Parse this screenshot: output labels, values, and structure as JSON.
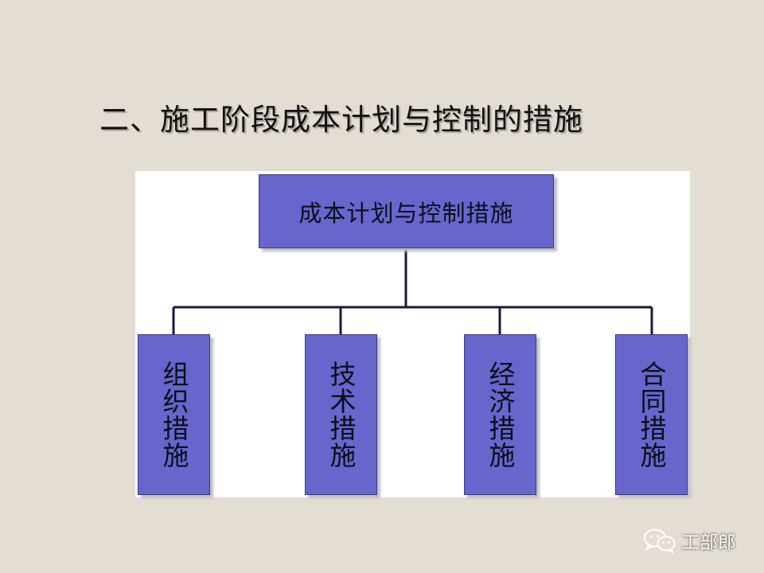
{
  "slide": {
    "title": "二、施工阶段成本计划与控制的措施"
  },
  "diagram": {
    "root": "成本计划与控制措施",
    "children": [
      "组织措施",
      "技术措施",
      "经济措施",
      "合同措施"
    ],
    "colors": {
      "box_fill": "#6666cc",
      "connector": "#1a1a3a",
      "panel": "#ffffff",
      "background": "#e4ddd4"
    }
  },
  "watermark": {
    "icon": "wechat-icon",
    "text": "工部郎"
  }
}
